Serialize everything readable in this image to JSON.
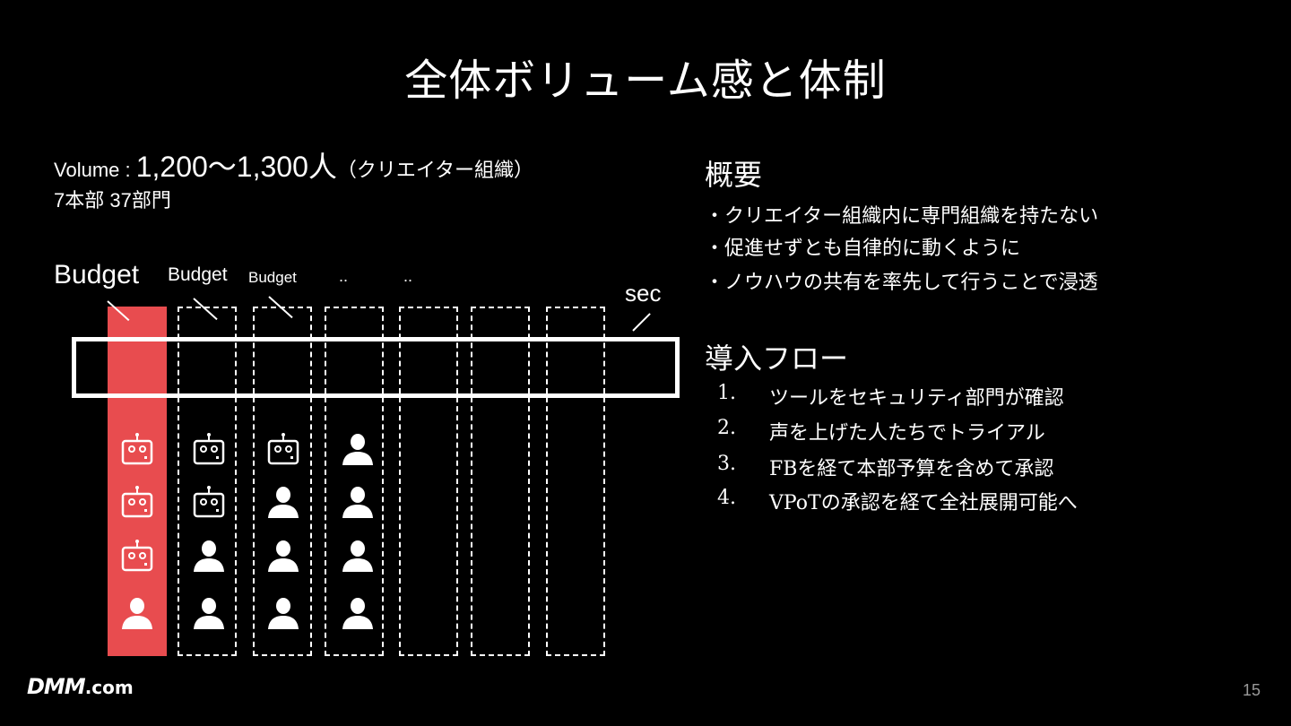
{
  "title": "全体ボリューム感と体制",
  "volume": {
    "label": "Volume : ",
    "value": "1,200～1,300人",
    "suffix": "（クリエイター組織）",
    "departments": "7本部 37部門"
  },
  "diagram": {
    "budget_labels": [
      "Budget",
      "Budget",
      "Budget"
    ],
    "ellipsis_labels": [
      "..",
      ".."
    ],
    "sec_label": "sec",
    "highlight_color": "#e84c4f",
    "columns": [
      [
        "robot-icon",
        "robot-icon",
        "robot-icon",
        "person-icon"
      ],
      [
        "robot-icon",
        "robot-icon",
        "person-icon",
        "person-icon"
      ],
      [
        "robot-icon",
        "person-icon",
        "person-icon",
        "person-icon"
      ],
      [
        "person-icon",
        "person-icon",
        "person-icon",
        "person-icon"
      ],
      [],
      [],
      []
    ]
  },
  "overview": {
    "heading": "概要",
    "bullets": [
      "・クリエイター組織内に専門組織を持たない",
      "・促進せずとも自律的に動くように",
      "・ノウハウの共有を率先して行うことで浸透"
    ]
  },
  "flow": {
    "heading": "導入フロー",
    "steps": [
      {
        "num": "1.",
        "text": "ツールをセキュリティ部門が確認"
      },
      {
        "num": "2.",
        "text": "声を上げた人たちでトライアル"
      },
      {
        "num": "3.",
        "text": "FBを経て本部予算を含めて承認"
      },
      {
        "num": "4.",
        "text": "VPoTの承認を経て全社展開可能へ"
      }
    ]
  },
  "footer": {
    "logo_main": "DMM",
    "logo_tail": ".com",
    "page_number": "15"
  }
}
